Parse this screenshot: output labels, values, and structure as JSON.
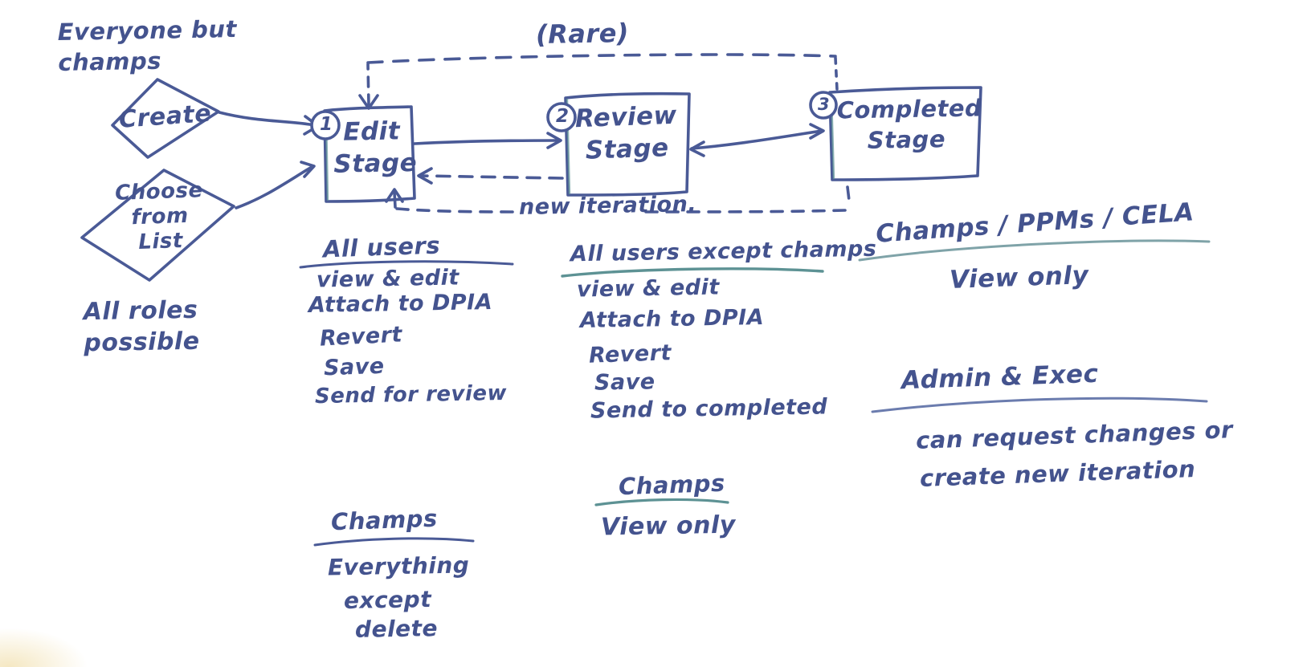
{
  "palette": {
    "ink": "#44538e",
    "teal": "#5d9294",
    "paper": "#ffffff"
  },
  "diagram": {
    "rare_label": "(Rare)",
    "new_iteration_label": "new iteration.",
    "entry": {
      "creator_note": "Everyone but\n   champs",
      "create_diamond_label": "Create",
      "choose_diamond_label": "Choose\nfrom\nList",
      "roles_note": "All roles\n  possible"
    },
    "stages": [
      {
        "number": "1",
        "name": "Edit\nStage"
      },
      {
        "number": "2",
        "name": "Review\nStage"
      },
      {
        "number": "3",
        "name": "Completed\nStage"
      }
    ],
    "permissions": {
      "edit": {
        "group1_title": "All users",
        "group1_items": [
          "view & edit",
          "Attach to DPIA",
          "Revert",
          "Save",
          "Send for review"
        ],
        "group2_title": "Champs",
        "group2_items": [
          "Everything",
          "except",
          "delete"
        ]
      },
      "review": {
        "group1_title": "All users except champs",
        "group1_items": [
          "view & edit",
          "Attach to DPIA",
          "Revert",
          "Save",
          "Send to completed"
        ],
        "group2_title": "Champs",
        "group2_items": [
          "View only"
        ]
      },
      "completed": {
        "group1_title": "Champs / PPMs / CELA",
        "group1_items": [
          "View only"
        ],
        "group2_title": "Admin & Exec",
        "group2_items": [
          "can request changes or",
          "create new iteration"
        ]
      }
    }
  }
}
